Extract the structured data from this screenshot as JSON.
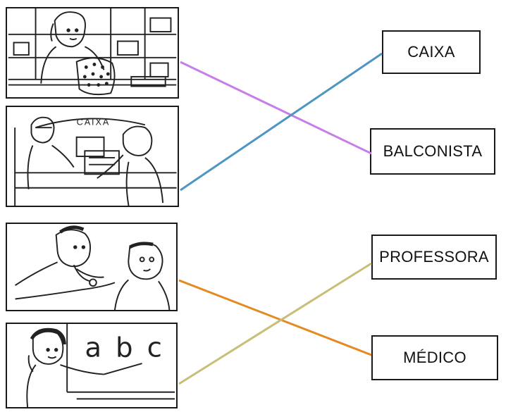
{
  "labels": {
    "caixa": "CAIXA",
    "balconista": "BALCONISTA",
    "professora": "PROFESSORA",
    "medico": "MÉDICO"
  },
  "pictures": {
    "cashier_sign": "CAIXA",
    "blackboard_text": "a b c"
  },
  "link_colors": {
    "clerk_to_balconista": "#c77ee8",
    "cashier_to_caixa": "#4d95c2",
    "doctor_to_medico": "#e58a1e",
    "teacher_to_professora": "#c9be78"
  }
}
